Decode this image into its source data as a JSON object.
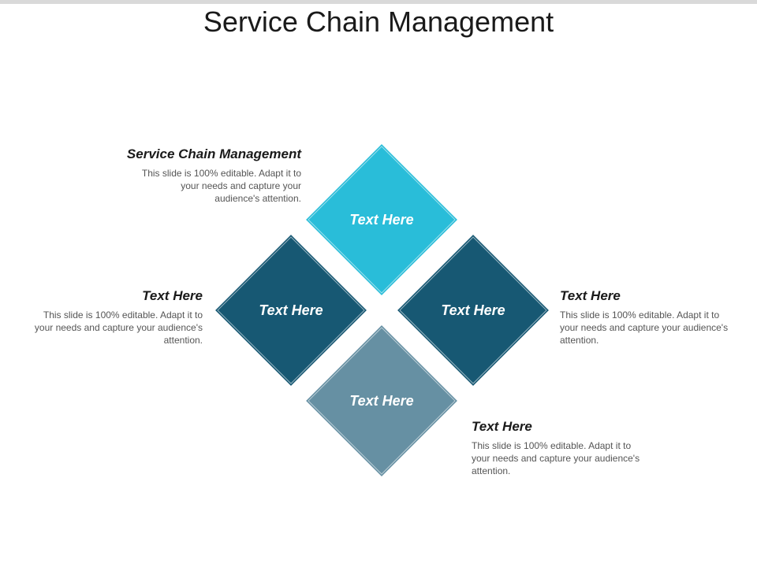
{
  "title": "Service Chain Management",
  "diamonds": [
    {
      "label": "Text Here",
      "color": "#29bdd9"
    },
    {
      "label": "Text Here",
      "color": "#175873"
    },
    {
      "label": "Text Here",
      "color": "#175873"
    },
    {
      "label": "Text Here",
      "color": "#6690a3"
    }
  ],
  "blocks": [
    {
      "heading": "Service Chain Management",
      "body": "This slide is 100% editable. Adapt it to your needs and capture your audience's attention."
    },
    {
      "heading": "Text Here",
      "body": "This slide is 100% editable. Adapt it to your needs and capture your audience's attention."
    },
    {
      "heading": "Text Here",
      "body": "This slide is 100% editable. Adapt it to your needs and capture your audience's attention."
    },
    {
      "heading": "Text Here",
      "body": "This slide is 100% editable. Adapt it to your needs and capture your audience's attention."
    }
  ]
}
